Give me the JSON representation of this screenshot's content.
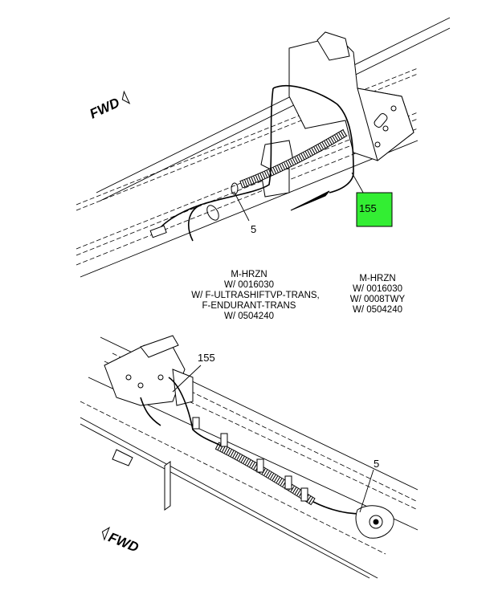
{
  "top_view": {
    "fwd_label": "FWD",
    "callout_155": "155",
    "callout_5": "5"
  },
  "notes": {
    "left": [
      "M-HRZN",
      "W/ 0016030",
      "W/ F-ULTRASHIFTVP-TRANS,",
      "F-ENDURANT-TRANS",
      "W/ 0504240"
    ],
    "right": [
      "M-HRZN",
      "W/ 0016030",
      "W/ 0008TWY",
      "W/ 0504240"
    ]
  },
  "bottom_view": {
    "fwd_label": "FWD",
    "callout_155": "155",
    "callout_5": "5"
  },
  "colors": {
    "highlight": "#33ee33",
    "line": "#000000"
  }
}
